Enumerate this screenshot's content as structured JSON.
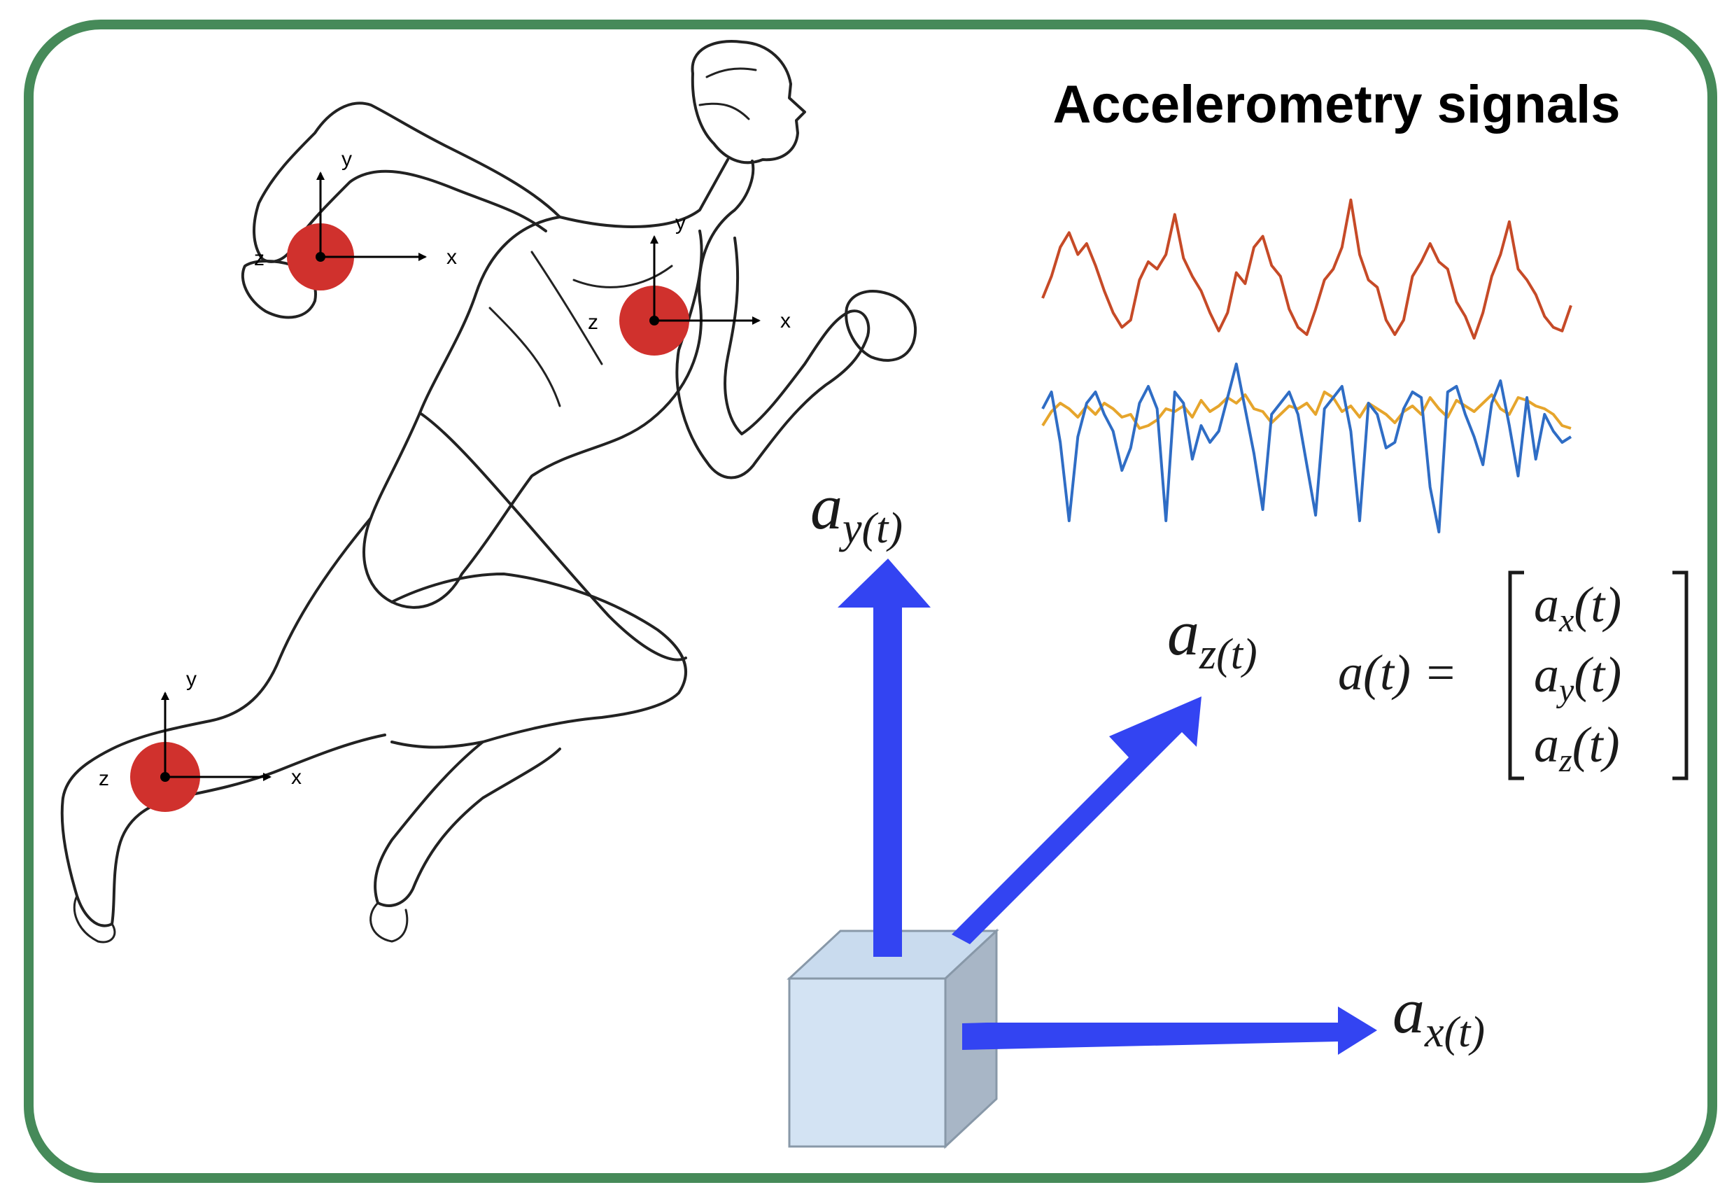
{
  "title": "Accelerometry signals",
  "colors": {
    "frame": "#468a59",
    "sensor": "#d0312d",
    "arrow": "#3344f2",
    "cube_front": "#d3e3f3",
    "cube_side": "#a8b6c6",
    "signal_x": "#c64a27",
    "signal_y": "#e6a52c",
    "signal_z": "#2f6dc5"
  },
  "sensors": [
    {
      "name": "wrist",
      "axes": {
        "x": "x",
        "y": "y",
        "z": "z"
      }
    },
    {
      "name": "chest",
      "axes": {
        "x": "x",
        "y": "y",
        "z": "z"
      }
    },
    {
      "name": "ankle",
      "axes": {
        "x": "x",
        "y": "y",
        "z": "z"
      }
    }
  ],
  "axis_labels": {
    "ay": {
      "base": "a",
      "sub": "y(t)"
    },
    "az": {
      "base": "a",
      "sub": "z(t)"
    },
    "ax": {
      "base": "a",
      "sub": "x(t)"
    }
  },
  "equation": {
    "lhs": "a(t) =",
    "rows": [
      {
        "base": "a",
        "sub": "x",
        "arg": "(t)"
      },
      {
        "base": "a",
        "sub": "y",
        "arg": "(t)"
      },
      {
        "base": "a",
        "sub": "z",
        "arg": "(t)"
      }
    ]
  },
  "chart_data": {
    "type": "line",
    "title": "Accelerometry signals",
    "xlabel": "",
    "ylabel": "",
    "x": [
      0,
      1,
      2,
      3,
      4,
      5,
      6,
      7,
      8,
      9,
      10,
      11,
      12,
      13,
      14,
      15,
      16,
      17,
      18,
      19,
      20,
      21,
      22,
      23,
      24,
      25,
      26,
      27,
      28,
      29,
      30,
      31,
      32,
      33,
      34,
      35,
      36,
      37,
      38,
      39,
      40,
      41,
      42,
      43,
      44,
      45,
      46,
      47,
      48,
      49,
      50,
      51,
      52,
      53,
      54,
      55,
      56,
      57,
      58,
      59,
      60
    ],
    "series": [
      {
        "color": "#c64a27",
        "values": [
          2.0,
          2.6,
          3.4,
          3.8,
          3.2,
          3.5,
          2.9,
          2.2,
          1.6,
          1.2,
          1.4,
          2.5,
          3.0,
          2.8,
          3.2,
          4.3,
          3.1,
          2.6,
          2.2,
          1.6,
          1.1,
          1.6,
          2.7,
          2.4,
          3.4,
          3.7,
          2.9,
          2.6,
          1.7,
          1.2,
          1.0,
          1.7,
          2.5,
          2.8,
          3.4,
          4.7,
          3.2,
          2.5,
          2.3,
          1.4,
          1.0,
          1.4,
          2.6,
          3.0,
          3.5,
          3.0,
          2.8,
          1.9,
          1.5,
          0.9,
          1.6,
          2.6,
          3.2,
          4.1,
          2.8,
          2.5,
          2.1,
          1.5,
          1.2,
          1.1,
          1.8
        ]
      },
      {
        "color": "#e6a52c",
        "values": [
          -0.2,
          0.3,
          0.6,
          0.4,
          0.1,
          0.5,
          0.2,
          0.6,
          0.4,
          0.1,
          0.2,
          -0.3,
          -0.2,
          0.0,
          0.4,
          0.3,
          0.5,
          0.1,
          0.7,
          0.3,
          0.5,
          0.8,
          0.6,
          0.9,
          0.4,
          0.3,
          -0.1,
          0.2,
          0.5,
          0.4,
          0.6,
          0.2,
          1.0,
          0.8,
          0.3,
          0.5,
          0.1,
          0.6,
          0.4,
          0.2,
          -0.1,
          0.3,
          0.5,
          0.2,
          0.8,
          0.4,
          0.1,
          0.7,
          0.5,
          0.3,
          0.6,
          0.9,
          0.4,
          0.2,
          0.8,
          0.7,
          0.5,
          0.4,
          0.2,
          -0.2,
          -0.3
        ]
      },
      {
        "color": "#2f6dc5",
        "values": [
          0.2,
          0.5,
          -0.4,
          -1.8,
          -0.3,
          0.3,
          0.5,
          0.1,
          -0.2,
          -0.9,
          -0.5,
          0.3,
          0.6,
          0.2,
          -1.8,
          0.5,
          0.3,
          -0.7,
          -0.1,
          -0.4,
          -0.2,
          0.4,
          1.0,
          0.2,
          -0.6,
          -1.6,
          0.1,
          0.3,
          0.5,
          0.1,
          -0.8,
          -1.7,
          0.2,
          0.4,
          0.6,
          -0.2,
          -1.8,
          0.3,
          0.1,
          -0.5,
          -0.4,
          0.2,
          0.5,
          0.4,
          -1.2,
          -2.0,
          0.5,
          0.6,
          0.1,
          -0.3,
          -0.8,
          0.3,
          0.7,
          -0.1,
          -1.0,
          0.4,
          -0.7,
          0.1,
          -0.2,
          -0.4,
          -0.3
        ]
      }
    ]
  }
}
